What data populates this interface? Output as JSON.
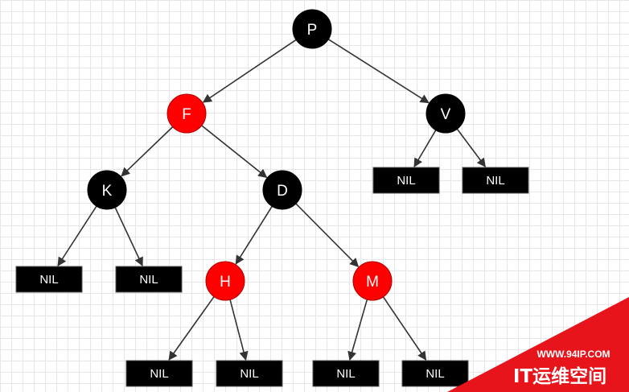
{
  "colors": {
    "red_node": "#ff0000",
    "black_node": "#000000",
    "edge": "#333333",
    "label_on_node": "#ffffff",
    "watermark_bg": "#e8141c",
    "watermark_text": "#ffffff"
  },
  "tree": {
    "nodes": [
      {
        "id": "P",
        "label": "P",
        "color": "black"
      },
      {
        "id": "F",
        "label": "F",
        "color": "red"
      },
      {
        "id": "V",
        "label": "V",
        "color": "black"
      },
      {
        "id": "K",
        "label": "K",
        "color": "black"
      },
      {
        "id": "D",
        "label": "D",
        "color": "black"
      },
      {
        "id": "H",
        "label": "H",
        "color": "red"
      },
      {
        "id": "M",
        "label": "M",
        "color": "red"
      }
    ],
    "leaves": [
      {
        "id": "nil-v-left",
        "label": "NIL"
      },
      {
        "id": "nil-v-right",
        "label": "NIL"
      },
      {
        "id": "nil-k-left",
        "label": "NIL"
      },
      {
        "id": "nil-k-right",
        "label": "NIL"
      },
      {
        "id": "nil-h-left",
        "label": "NIL"
      },
      {
        "id": "nil-h-right",
        "label": "NIL"
      },
      {
        "id": "nil-m-left",
        "label": "NIL"
      },
      {
        "id": "nil-m-right",
        "label": "NIL"
      }
    ],
    "edges": [
      {
        "from": "P",
        "to": "F"
      },
      {
        "from": "P",
        "to": "V"
      },
      {
        "from": "F",
        "to": "K"
      },
      {
        "from": "F",
        "to": "D"
      },
      {
        "from": "V",
        "to": "nil-v-left"
      },
      {
        "from": "V",
        "to": "nil-v-right"
      },
      {
        "from": "K",
        "to": "nil-k-left"
      },
      {
        "from": "K",
        "to": "nil-k-right"
      },
      {
        "from": "D",
        "to": "H"
      },
      {
        "from": "D",
        "to": "M"
      },
      {
        "from": "H",
        "to": "nil-h-left"
      },
      {
        "from": "H",
        "to": "nil-h-right"
      },
      {
        "from": "M",
        "to": "nil-m-left"
      },
      {
        "from": "M",
        "to": "nil-m-right"
      }
    ]
  },
  "watermark": {
    "url": "WWW.94IP.COM",
    "brand": "IT运维空间"
  }
}
